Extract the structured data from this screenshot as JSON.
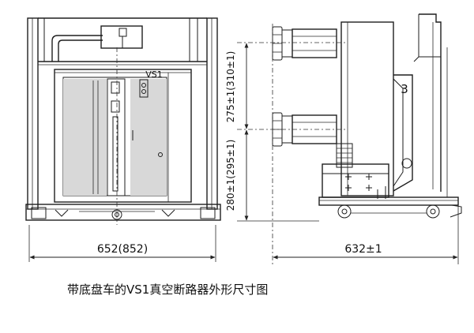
{
  "front_view": {
    "model_label": "VS1",
    "width_dimension": "652(852)"
  },
  "side_view": {
    "upper_dimension": "275±1(310±1)",
    "lower_dimension": "280±1(295±1)",
    "depth_dimension": "632±1",
    "callout_number": "3"
  },
  "caption": "带底盘车的VS1真空断路器外形尺寸图"
}
